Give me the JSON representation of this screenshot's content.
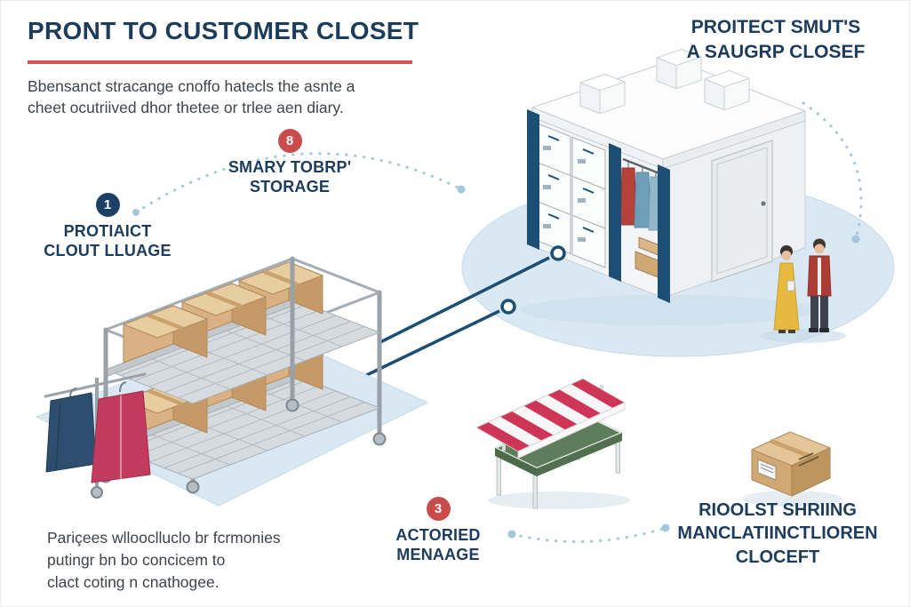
{
  "palette": {
    "navy": "#1d4166",
    "navy_pillar": "#1d4e74",
    "red_accent": "#d65252",
    "badge_red": "#c94b4b",
    "platform_blue": "#d9e8f2",
    "dotted_arc_blue": "#a3c8db",
    "cardboard_tan": "#d1a874",
    "awning_red": "#cf3556",
    "stall_green": "#5e7e5b",
    "jacket_navy": "#2d4e6e",
    "garment_magenta": "#c23a5e",
    "dress_yellow": "#e6b93f",
    "coat_red": "#ab3c36",
    "text_gray": "#3f444a"
  },
  "header": {
    "title": "PRONT TO CUSTOMER CLOSET",
    "subtitle_line1": "Bbensanct stracange cnoffo hatecls the asnte a",
    "subtitle_line2": "cheet ocutriived dhor thetee or trlee aen diary."
  },
  "top_right_label": {
    "line1": "PROITECT SMUT'S",
    "line2": "A SAUGRP CLOSEF"
  },
  "steps": [
    {
      "number": "1",
      "line1": "PROTIAICT",
      "line2": "CLOUT LLUAGE"
    },
    {
      "number": "8",
      "line1": "SMARY TOBRP'",
      "line2": "STORAGE"
    },
    {
      "number": "3",
      "line1": "ACTORIED",
      "line2": "MENAAGE"
    }
  ],
  "bottom_right_label": {
    "line1": "RIOOLST SHRIING",
    "line2": "MANCLATIINCTLIOREN",
    "line3": "CLOCEFT"
  },
  "bottom_left_note": {
    "line1": "Pariçees wllooclluclo br fcrmonies",
    "line2": "putingr bn bo concicem to",
    "line3": "clact coting n cnathogee."
  },
  "icons": {
    "step_markers": "numbered-circle-badges",
    "illustrations": [
      "shelf-rack-with-boxes",
      "storage-closet",
      "market-stall",
      "shipping-box"
    ]
  }
}
